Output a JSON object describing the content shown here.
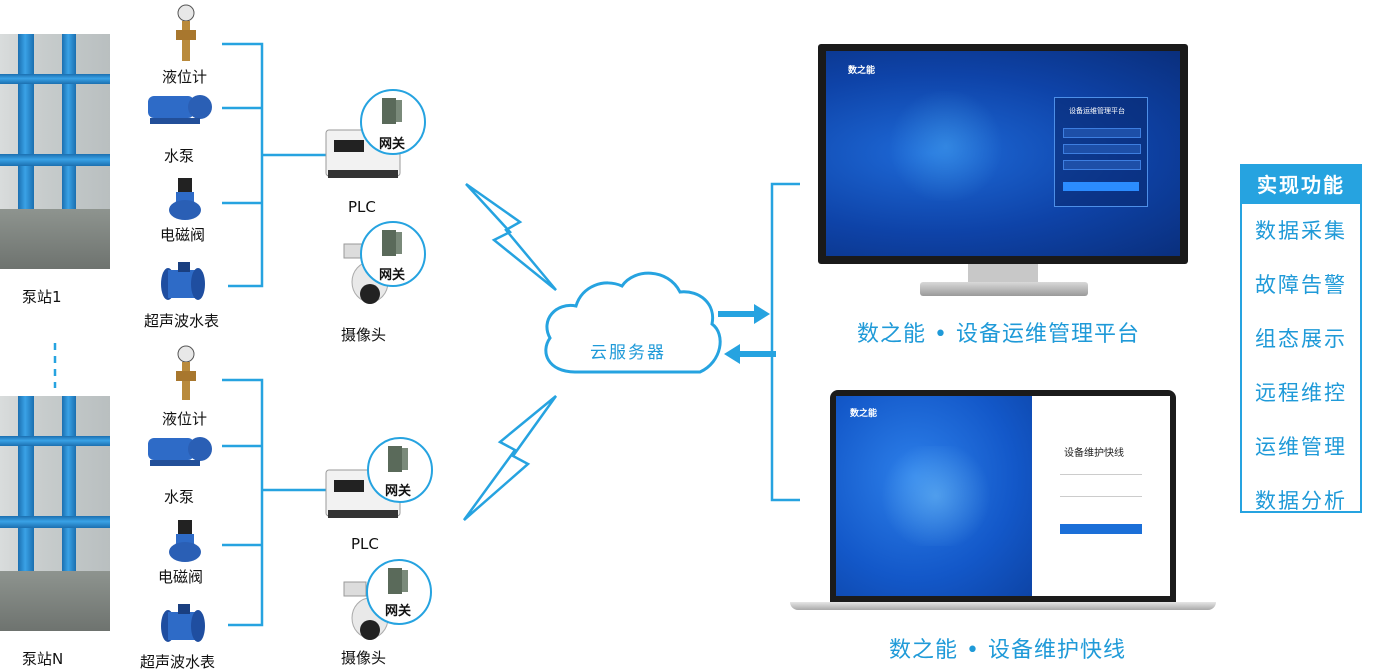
{
  "stations": [
    {
      "label": "泵站1",
      "devices": [
        "液位计",
        "水泵",
        "电磁阀",
        "超声波水表"
      ],
      "plc_label": "PLC",
      "camera_label": "摄像头",
      "gateway_label": "网关"
    },
    {
      "label": "泵站N",
      "devices": [
        "液位计",
        "水泵",
        "电磁阀",
        "超声波水表"
      ],
      "plc_label": "PLC",
      "camera_label": "摄像头",
      "gateway_label": "网关"
    }
  ],
  "cloud": {
    "label": "云服务器"
  },
  "platforms": {
    "monitor": {
      "caption": "数之能 • 设备运维管理平台",
      "brand": "数之能",
      "login_title": "设备运维管理平台"
    },
    "laptop": {
      "caption": "数之能 • 设备维护快线",
      "brand": "数之能",
      "login_title": "设备维护快线"
    }
  },
  "functions": {
    "title": "实现功能",
    "items": [
      "数据采集",
      "故障告警",
      "组态展示",
      "远程维控",
      "运维管理",
      "数据分析"
    ]
  },
  "colors": {
    "accent": "#26a3e0",
    "caption": "#1f9ad8"
  }
}
